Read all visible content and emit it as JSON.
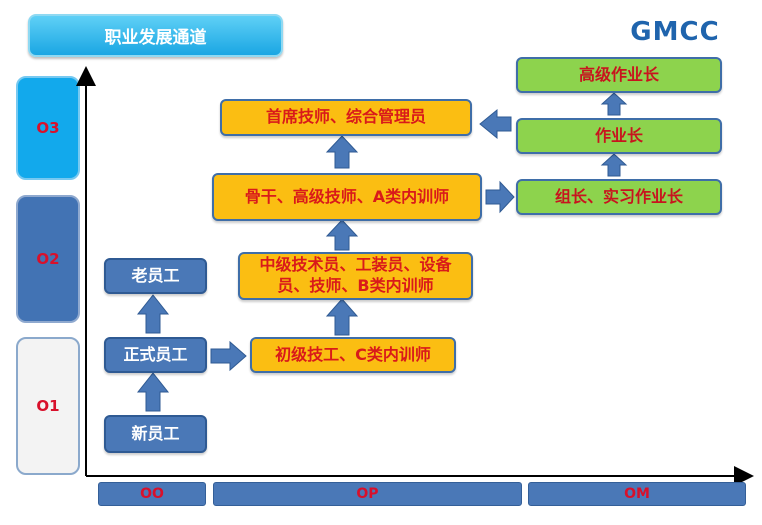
{
  "title": "职业发展通道",
  "logo": "GMCC",
  "levels": [
    "O3",
    "O2",
    "O1"
  ],
  "categories": [
    "OO",
    "OP",
    "OM"
  ],
  "oo_track": [
    "新员工",
    "正式员工",
    "老员工"
  ],
  "op_track": [
    "初级技工、C类内训师",
    "中级技术员、工装员、设备员、技师、B类内训师",
    "骨干、高级技师、A类内训师",
    "首席技师、综合管理员"
  ],
  "om_track": [
    "组长、实习作业长",
    "作业长",
    "高级作业长"
  ],
  "colors": {
    "oo": "#4a78b7",
    "op": "#fbbe12",
    "om": "#8dd34d",
    "text_red": "#d8102b",
    "logo": "#1f64ad",
    "arrow": "#4a78b7"
  }
}
